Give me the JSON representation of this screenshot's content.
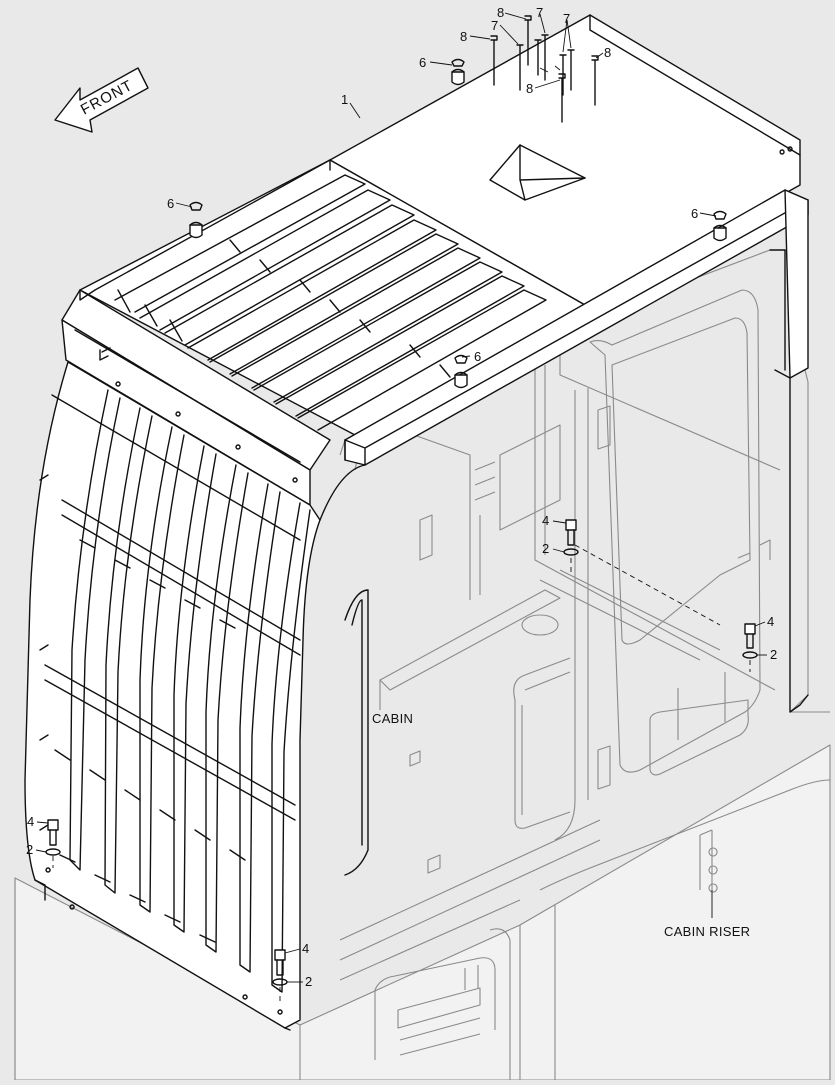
{
  "direction_label": "FRONT",
  "region_labels": {
    "cabin": "CABIN",
    "cabin_riser": "CABIN RISER"
  },
  "callouts": [
    {
      "id": "c1",
      "text": "1"
    },
    {
      "id": "c2a",
      "text": "2"
    },
    {
      "id": "c2b",
      "text": "2"
    },
    {
      "id": "c2c",
      "text": "2"
    },
    {
      "id": "c2d",
      "text": "2"
    },
    {
      "id": "c4a",
      "text": "4"
    },
    {
      "id": "c4b",
      "text": "4"
    },
    {
      "id": "c4c",
      "text": "4"
    },
    {
      "id": "c4d",
      "text": "4"
    },
    {
      "id": "c6a",
      "text": "6"
    },
    {
      "id": "c6b",
      "text": "6"
    },
    {
      "id": "c6c",
      "text": "6"
    },
    {
      "id": "c6d",
      "text": "6"
    },
    {
      "id": "c7a",
      "text": "7"
    },
    {
      "id": "c7b",
      "text": "7"
    },
    {
      "id": "c7c",
      "text": "7"
    },
    {
      "id": "c8a",
      "text": "8"
    },
    {
      "id": "c8b",
      "text": "8"
    },
    {
      "id": "c8c",
      "text": "8"
    },
    {
      "id": "c8d",
      "text": "8"
    }
  ],
  "colors": {
    "background": "#e9e9e9",
    "line": "#111111",
    "background_part": "#8a8a8a",
    "guard_fill": "#ffffff"
  }
}
